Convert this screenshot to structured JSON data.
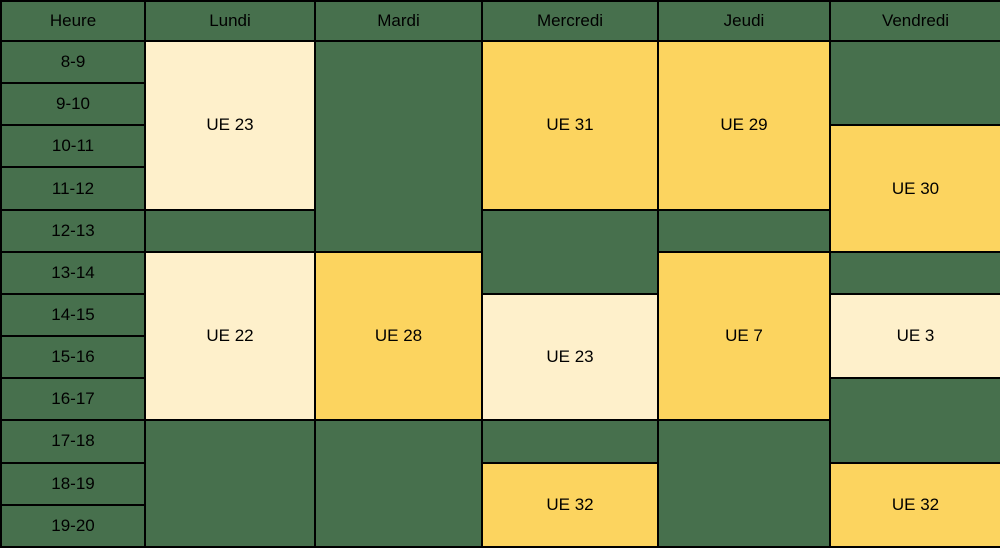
{
  "palette": {
    "green": "#47704D",
    "yellow": "#FCD45F",
    "cream": "#FEF0CB",
    "grid": "#000000",
    "text": "#000000"
  },
  "table": {
    "corner": "Heure",
    "days": [
      "Lundi",
      "Mardi",
      "Mercredi",
      "Jeudi",
      "Vendredi"
    ],
    "hours": [
      "8-9",
      "9-10",
      "10-11",
      "11-12",
      "12-13",
      "13-14",
      "14-15",
      "15-16",
      "16-17",
      "17-18",
      "18-19",
      "19-20"
    ],
    "blocks": [
      {
        "day": "Lundi",
        "label": "UE 23",
        "start": "8-9",
        "end": "11-12",
        "color": "cream"
      },
      {
        "day": "Lundi",
        "label": "UE 22",
        "start": "13-14",
        "end": "16-17",
        "color": "cream"
      },
      {
        "day": "Mardi",
        "label": "UE 28",
        "start": "13-14",
        "end": "16-17",
        "color": "yellow"
      },
      {
        "day": "Mercredi",
        "label": "UE 31",
        "start": "8-9",
        "end": "11-12",
        "color": "yellow"
      },
      {
        "day": "Mercredi",
        "label": "UE 23",
        "start": "14-15",
        "end": "16-17",
        "color": "cream"
      },
      {
        "day": "Mercredi",
        "label": "UE 32",
        "start": "18-19",
        "end": "19-20",
        "color": "yellow"
      },
      {
        "day": "Jeudi",
        "label": "UE 29",
        "start": "8-9",
        "end": "11-12",
        "color": "yellow"
      },
      {
        "day": "Jeudi",
        "label": "UE 7",
        "start": "13-14",
        "end": "16-17",
        "color": "yellow"
      },
      {
        "day": "Vendredi",
        "label": "UE 30",
        "start": "10-11",
        "end": "12-13",
        "color": "yellow"
      },
      {
        "day": "Vendredi",
        "label": "UE 3",
        "start": "14-15",
        "end": "15-16",
        "color": "cream"
      },
      {
        "day": "Vendredi",
        "label": "UE 32",
        "start": "18-19",
        "end": "19-20",
        "color": "yellow"
      }
    ]
  }
}
